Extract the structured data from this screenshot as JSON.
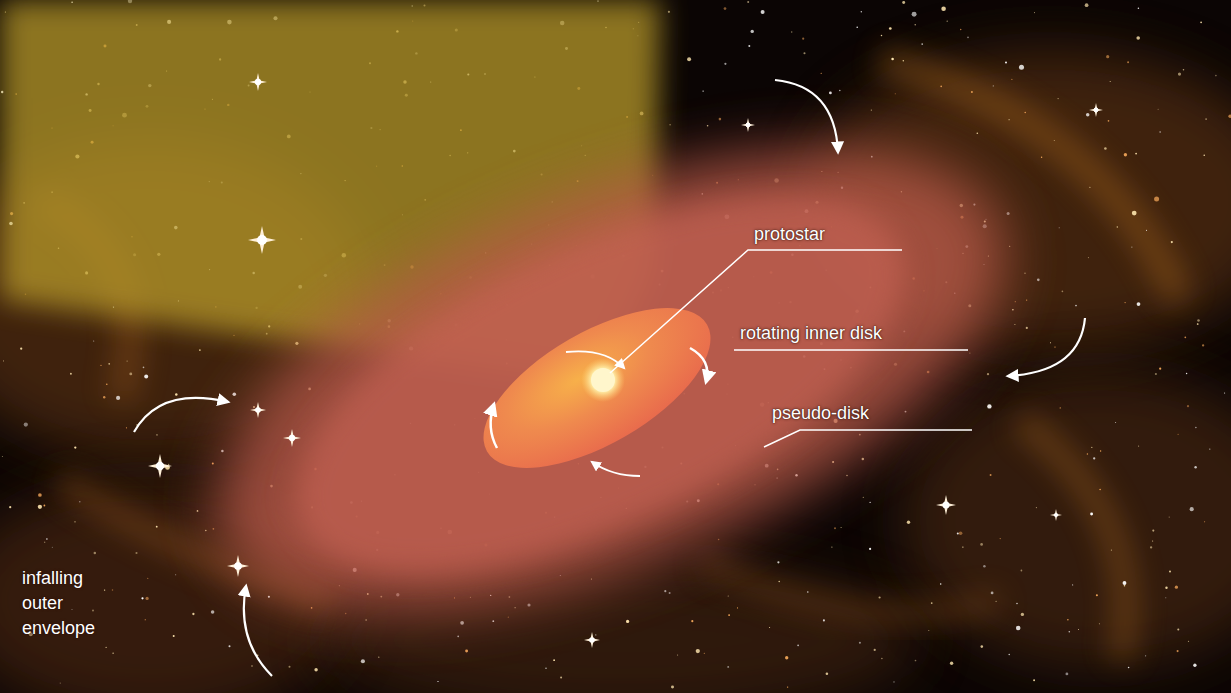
{
  "diagram": {
    "labels": [
      "protostar",
      "rotating inner disk",
      "pseudo-disk",
      "infalling outer envelope"
    ]
  }
}
